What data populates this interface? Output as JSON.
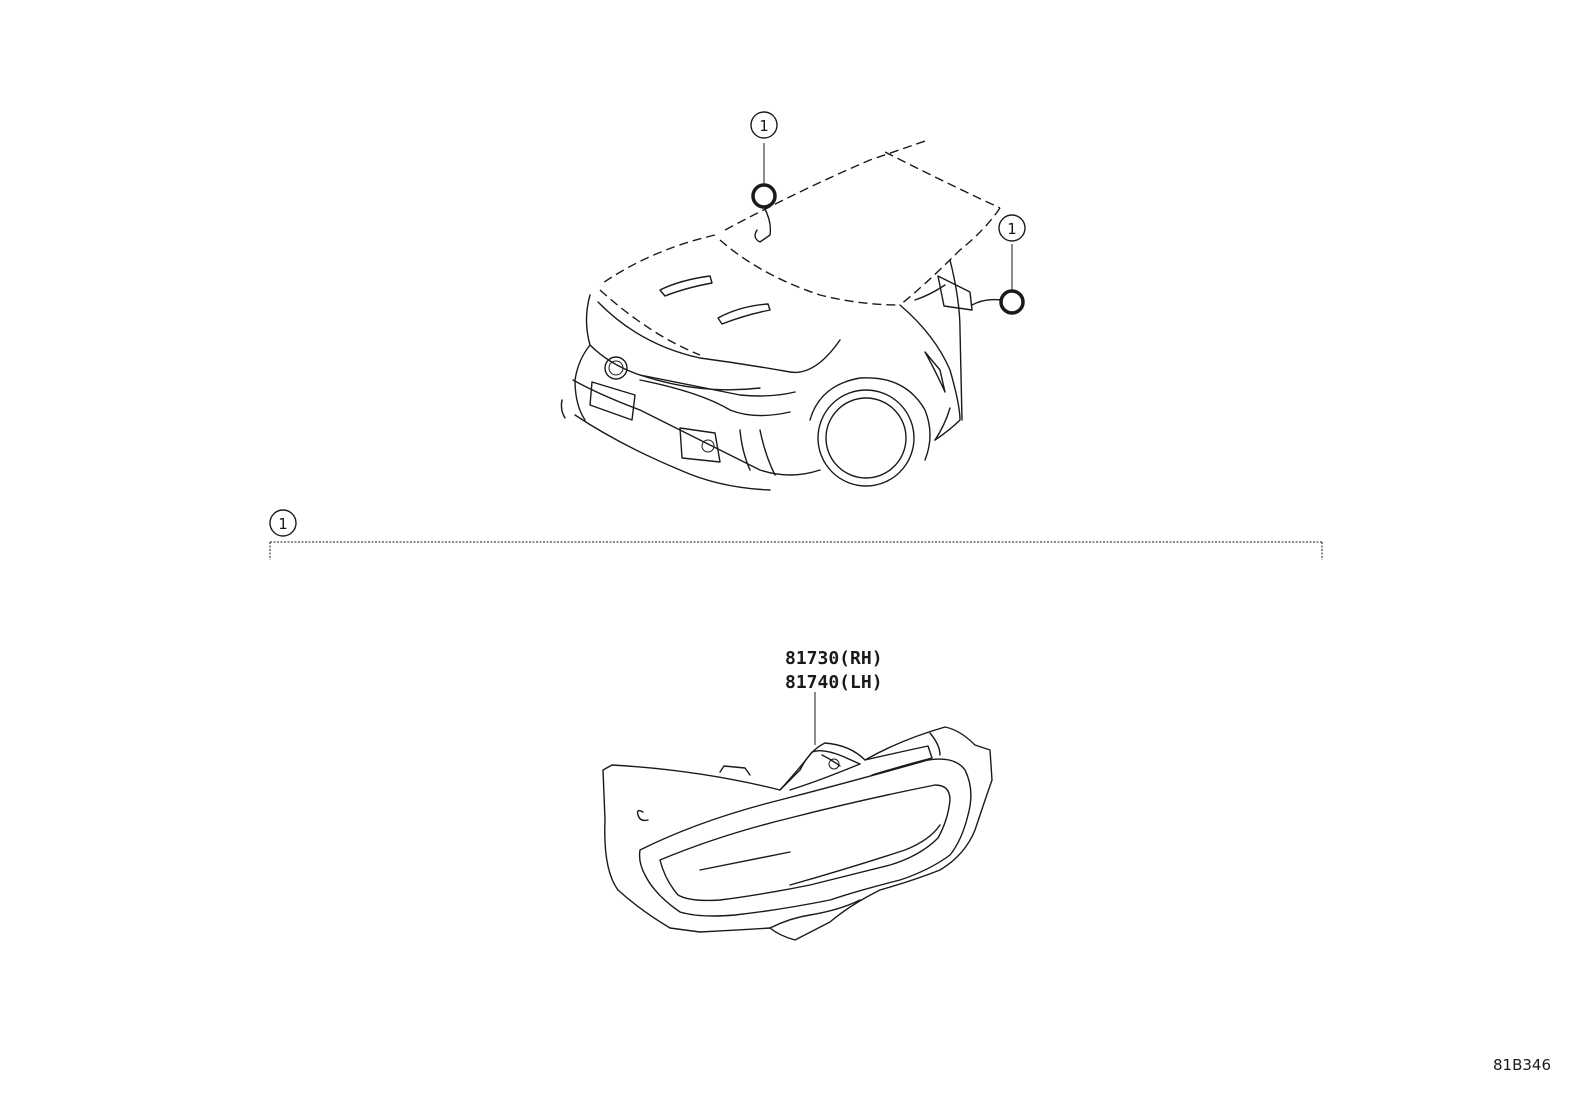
{
  "callouts": {
    "marker": "1"
  },
  "parts": {
    "rh": "81730(RH)",
    "lh": "81740(LH)"
  },
  "reference_code": "81B346"
}
